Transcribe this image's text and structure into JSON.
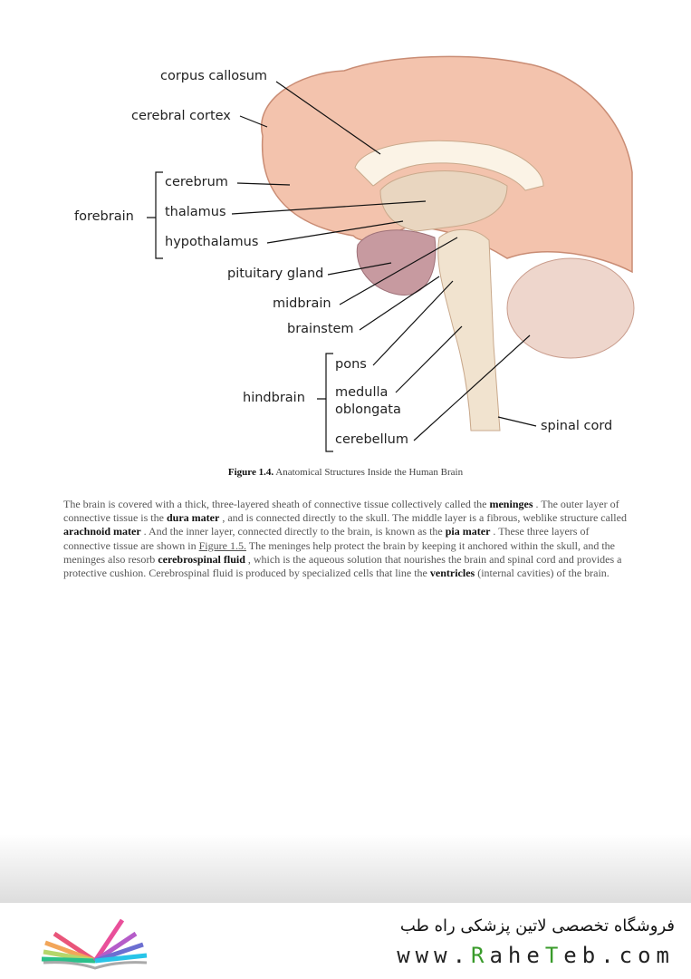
{
  "diagram": {
    "labels": {
      "corpus_callosum": "corpus callosum",
      "cerebral_cortex": "cerebral cortex",
      "cerebrum": "cerebrum",
      "thalamus": "thalamus",
      "hypothalamus": "hypothalamus",
      "pituitary_gland": "pituitary gland",
      "midbrain": "midbrain",
      "brainstem": "brainstem",
      "pons": "pons",
      "medulla_1": "medulla",
      "medulla_2": "oblongata",
      "cerebellum": "cerebellum",
      "spinal_cord": "spinal cord"
    },
    "groups": {
      "forebrain": "forebrain",
      "hindbrain": "hindbrain"
    }
  },
  "caption": {
    "label": "Figure 1.4.",
    "text": " Anatomical Structures Inside the Human Brain"
  },
  "paragraph": {
    "t1": "The brain is covered with a thick, three-layered sheath of connective tissue collectively called the ",
    "b1": "meninges",
    "t2": " . The outer layer of connective tissue is the ",
    "b2": "dura mater",
    "t3": " , and is connected directly to the skull. The middle layer is a fibrous, weblike structure called ",
    "b3": "arachnoid mater",
    "t4": " . And the inner layer, connected directly to the brain, is known as the ",
    "b4": "pia mater",
    "t5": " . These three layers of connective tissue are shown in ",
    "link": "Figure 1.5.",
    "t6": " The meninges help protect the brain by keeping it anchored within the skull, and the meninges also resorb ",
    "b5": "cerebrospinal fluid",
    "t7": " , which is the aqueous solution that nourishes the brain and spinal cord and provides a protective cushion. Cerebrospinal fluid is produced by specialized cells that line the ",
    "b6": "ventricles",
    "t8": " (internal cavities) of the brain."
  },
  "footer": {
    "persian": "فروشگاه تخصصی لاتین پزشکی  راه طب",
    "url_1": "www.",
    "url_R": "R",
    "url_2": "ahe",
    "url_T": "T",
    "url_3": "eb.com"
  }
}
